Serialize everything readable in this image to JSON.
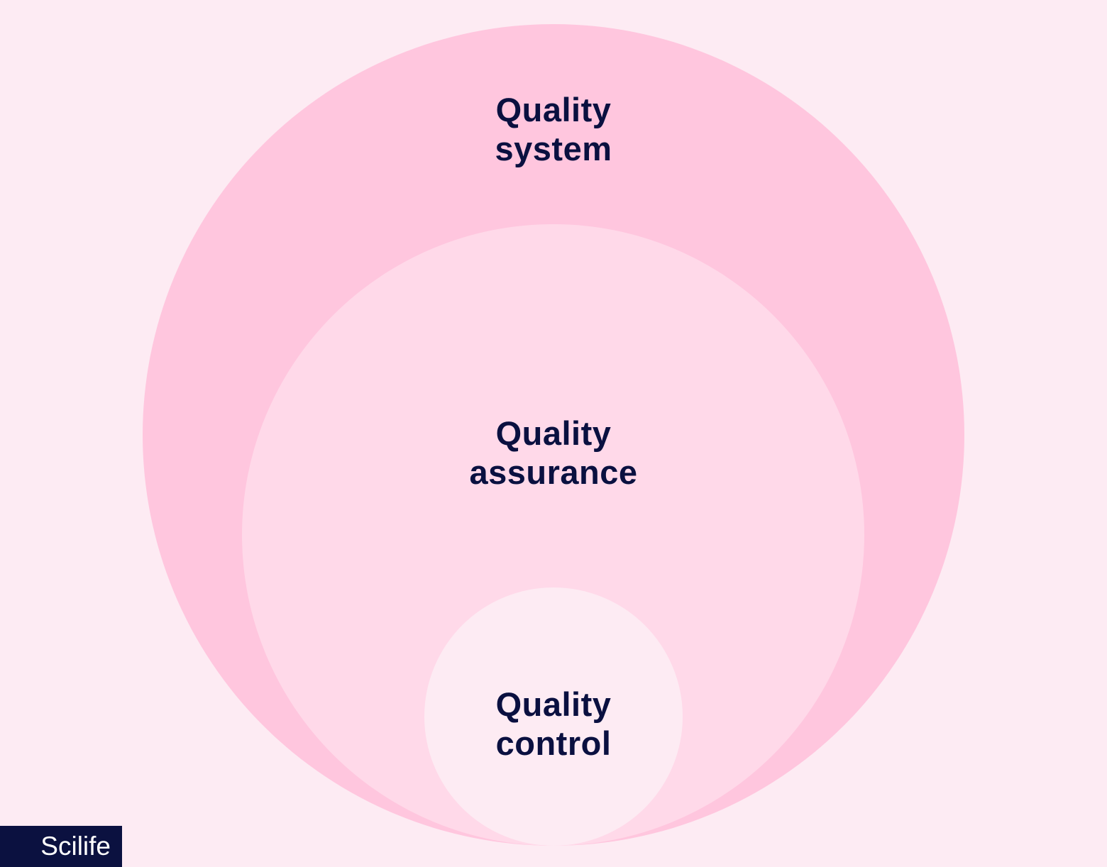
{
  "diagram": {
    "type": "nested-circles",
    "colors": {
      "background": "#fdebf3",
      "outer": "#ffc6de",
      "middle": "#ffd9e9",
      "inner": "#fdebf3",
      "text": "#0a1040"
    },
    "circles": [
      {
        "label_line1": "Quality",
        "label_line2": "system"
      },
      {
        "label_line1": "Quality",
        "label_line2": "assurance"
      },
      {
        "label_line1": "Quality",
        "label_line2": "control"
      }
    ]
  },
  "brand": {
    "logo_text": "Scilife",
    "logo_bg": "#0b1140"
  }
}
